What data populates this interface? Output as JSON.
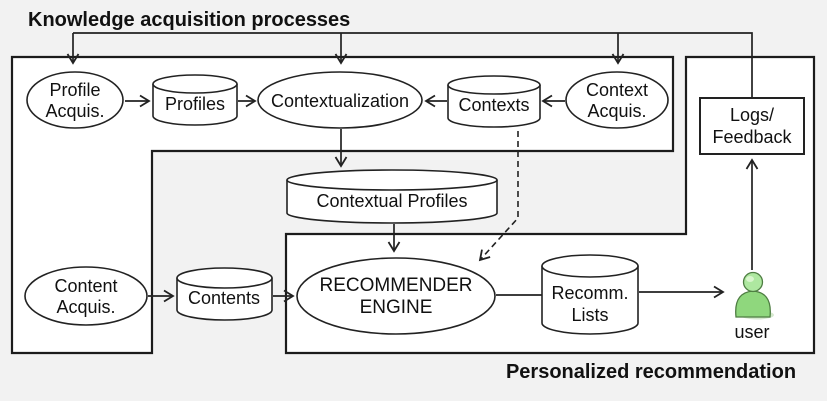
{
  "titles": {
    "knowledge": "Knowledge acquisition processes",
    "personalized": "Personalized recommendation"
  },
  "nodes": {
    "profile_acquis": {
      "line1": "Profile",
      "line2": "Acquis.",
      "shape": "ellipse"
    },
    "profiles": {
      "label": "Profiles",
      "shape": "cylinder"
    },
    "contextualization": {
      "label": "Contextualization",
      "shape": "ellipse"
    },
    "contexts": {
      "label": "Contexts",
      "shape": "cylinder"
    },
    "context_acquis": {
      "line1": "Context",
      "line2": "Acquis.",
      "shape": "ellipse"
    },
    "logs_feedback": {
      "line1": "Logs/",
      "line2": "Feedback",
      "shape": "rectangle"
    },
    "contextual_profiles": {
      "label": "Contextual Profiles",
      "shape": "cylinder"
    },
    "content_acquis": {
      "line1": "Content",
      "line2": "Acquis.",
      "shape": "ellipse"
    },
    "contents": {
      "label": "Contents",
      "shape": "cylinder"
    },
    "recommender_engine": {
      "line1": "RECOMMENDER",
      "line2": "ENGINE",
      "shape": "ellipse"
    },
    "recomm_lists": {
      "line1": "Recomm.",
      "line2": "Lists",
      "shape": "cylinder"
    },
    "user": {
      "label": "user",
      "shape": "person-icon"
    }
  },
  "edges": [
    {
      "from": "profile_acquis",
      "to": "profiles",
      "style": "solid-arrow"
    },
    {
      "from": "profiles",
      "to": "contextualization",
      "style": "solid-arrow"
    },
    {
      "from": "contexts",
      "to": "contextualization",
      "style": "solid-arrow"
    },
    {
      "from": "context_acquis",
      "to": "contexts",
      "style": "solid-arrow"
    },
    {
      "from": "contextualization",
      "to": "contextual_profiles",
      "style": "solid-arrow"
    },
    {
      "from": "contextual_profiles",
      "to": "recommender_engine",
      "style": "solid-arrow"
    },
    {
      "from": "content_acquis",
      "to": "contents",
      "style": "solid-arrow"
    },
    {
      "from": "contents",
      "to": "recommender_engine",
      "style": "solid-arrow"
    },
    {
      "from": "recommender_engine",
      "to": "recomm_lists",
      "style": "solid-line"
    },
    {
      "from": "recomm_lists",
      "to": "user",
      "style": "solid-arrow"
    },
    {
      "from": "user",
      "to": "logs_feedback",
      "style": "solid-arrow"
    },
    {
      "from": "contexts",
      "to": "recommender_engine",
      "style": "dashed-arrow"
    },
    {
      "from": "logs_feedback",
      "to": "profile_acquis",
      "style": "solid-arrow"
    },
    {
      "from": "logs_feedback",
      "to": "contextualization",
      "style": "solid-arrow"
    },
    {
      "from": "logs_feedback",
      "to": "context_acquis",
      "style": "solid-arrow"
    }
  ],
  "colors": {
    "background": "#f2f2f2",
    "region_fill": "#ffffff",
    "stroke": "#222222",
    "user_icon_green": "#8fd77d",
    "user_icon_green_light": "#aee8a0",
    "user_icon_outline": "#4e7d42"
  }
}
